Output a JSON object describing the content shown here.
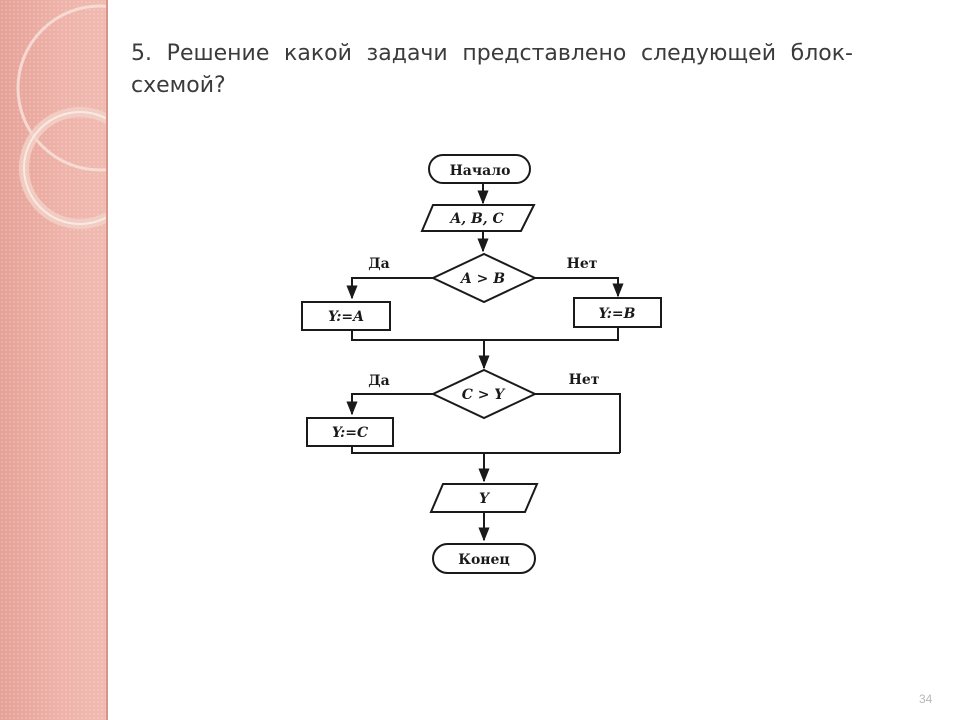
{
  "question": {
    "text": "5. Решение  какой  задачи  представлено  следующей блок-схемой?"
  },
  "flowchart": {
    "start": "Начало",
    "input": "A, B, C",
    "condition1": "A > B",
    "yes1": "Да",
    "no1": "Нет",
    "assign_yes1": "Y:=A",
    "assign_no1": "Y:=B",
    "condition2": "C > Y",
    "yes2": "Да",
    "no2": "Нет",
    "assign_yes2": "Y:=C",
    "output": "Y",
    "end": "Конец"
  },
  "footer": {
    "slide_number": "34"
  },
  "colors": {
    "sidebar": "#e9a99f",
    "ring": "#f6dcd5",
    "line": "#1a1a1a",
    "text": "#3b3b3b"
  }
}
